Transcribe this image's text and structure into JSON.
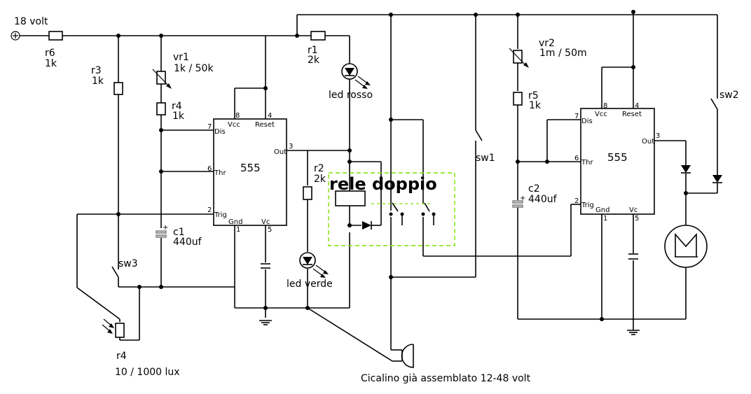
{
  "diagram": {
    "type": "electronic-schematic",
    "supply": {
      "label": "18 volt",
      "symbol": "plus-terminal"
    },
    "components": {
      "r6": {
        "name": "r6",
        "value": "1k"
      },
      "r3": {
        "name": "r3",
        "value": "1k"
      },
      "vr1": {
        "name": "vr1",
        "value": "1k / 50k"
      },
      "r4a": {
        "name": "r4",
        "value": "1k"
      },
      "r1": {
        "name": "r1",
        "value": "2k"
      },
      "r2": {
        "name": "r2",
        "value": "2k"
      },
      "c1": {
        "name": "c1",
        "value": "440uf"
      },
      "c2": {
        "name": "c2",
        "value": "440uf"
      },
      "vr2": {
        "name": "vr2",
        "value": "1m / 50m"
      },
      "r5": {
        "name": "r5",
        "value": "1k"
      },
      "ldr": {
        "name": "r4",
        "value": "10 / 1000 lux"
      },
      "led_red": {
        "label": "led rosso"
      },
      "led_green": {
        "label": "led verde"
      },
      "sw1": {
        "name": "sw1"
      },
      "sw2": {
        "name": "sw2"
      },
      "sw3": {
        "name": "sw3"
      },
      "relay": {
        "label": "rele doppio",
        "outline_color": "#7fe000"
      },
      "buzzer": {
        "label": "Cicalino già assemblato 12-48 volt"
      }
    },
    "ic555": {
      "part": "555",
      "pins": {
        "p8": {
          "num": "8",
          "name": "Vcc"
        },
        "p4": {
          "num": "4",
          "name": "Reset"
        },
        "p7": {
          "num": "7",
          "name": "Dis"
        },
        "p6": {
          "num": "6",
          "name": "Thr"
        },
        "p2": {
          "num": "2",
          "name": "Trig"
        },
        "p3": {
          "num": "3",
          "name": "Out"
        },
        "p1": {
          "num": "1",
          "name": "Gnd"
        },
        "p5": {
          "num": "5",
          "name": "Vc"
        }
      }
    }
  }
}
